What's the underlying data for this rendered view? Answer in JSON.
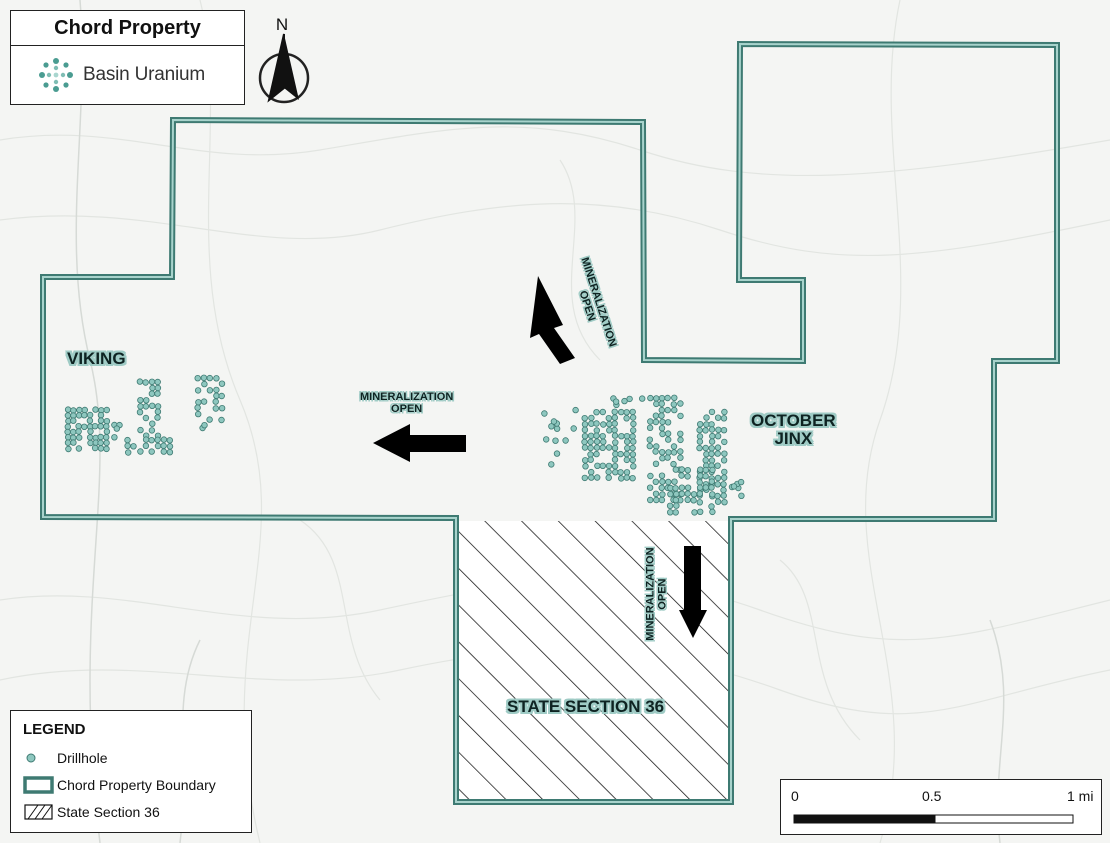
{
  "title": "Chord Property",
  "logo": {
    "text": "Basin Uranium",
    "color": "#4a9c91"
  },
  "north_arrow": {
    "label": "N"
  },
  "labels": {
    "viking": "VIKING",
    "october_jinx": [
      "OCTOBER",
      "JINX"
    ],
    "state_section": "STATE SECTION 36",
    "mineralization_west": [
      "MINERALIZATION",
      "OPEN"
    ],
    "mineralization_north": [
      "MINERALIZATION",
      "OPEN"
    ],
    "mineralization_south": [
      "MINERALIZATION",
      "OPEN"
    ]
  },
  "legend": {
    "title": "LEGEND",
    "items": [
      {
        "symbol": "drillhole-dot",
        "label": "Drillhole"
      },
      {
        "symbol": "boundary-box",
        "label": "Chord Property Boundary"
      },
      {
        "symbol": "hatch-box",
        "label": "State Section 36"
      }
    ]
  },
  "scale_bar": {
    "ticks": [
      "0",
      "0.5",
      "1 mi"
    ]
  },
  "colors": {
    "boundary": "#3e7a72",
    "boundary_inner": "#a8d3cc",
    "drillhole_fill": "#8ec7bf",
    "drillhole_stroke": "#3e7a72",
    "label_halo": "#9fcbc5",
    "basemap": "#f4f5f3"
  }
}
